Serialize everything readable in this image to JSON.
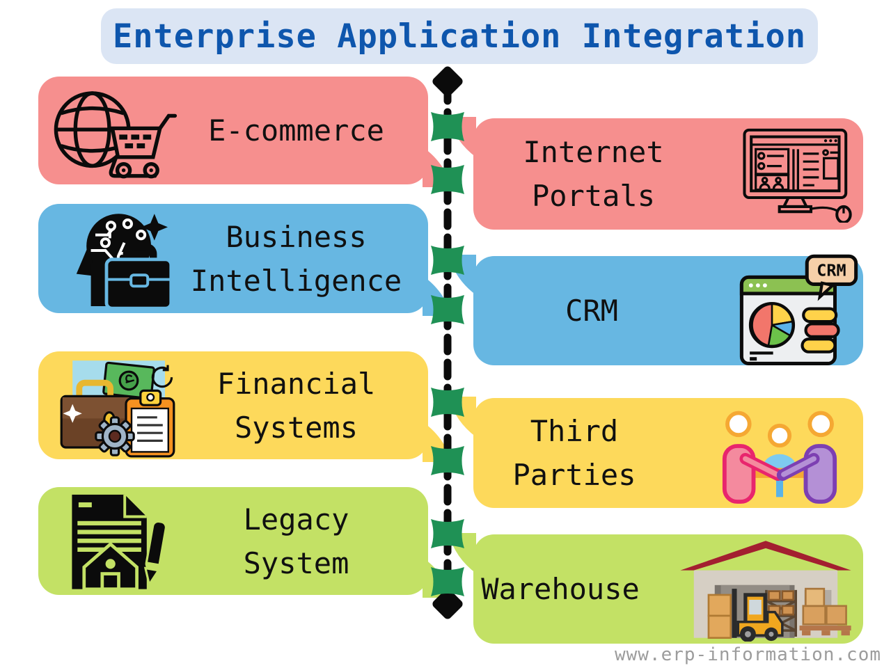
{
  "title": {
    "text": "Enterprise Application Integration"
  },
  "watermark": "www.erp-information.com",
  "colors": {
    "red": "#F68F8E",
    "blue": "#67B7E2",
    "yellow": "#FDD95B",
    "green": "#C3E165",
    "marker": "#1F9155",
    "title_bg": "#DBE5F4",
    "title_text": "#0E56AD",
    "ink": "#0B0B0B",
    "watermark": "#9C9C9C"
  },
  "left_column": [
    {
      "label": "E-commerce",
      "icon": "globe-cart-icon",
      "color": "red"
    },
    {
      "label": "Business\nIntelligence",
      "icon": "ai-head-briefcase-icon",
      "color": "blue"
    },
    {
      "label": "Financial\nSystems",
      "icon": "finance-documents-icon",
      "color": "yellow"
    },
    {
      "label": "Legacy\nSystem",
      "icon": "document-house-pen-icon",
      "color": "green"
    }
  ],
  "right_column": [
    {
      "label": "Internet\nPortals",
      "icon": "monitor-mouse-icon",
      "color": "red"
    },
    {
      "label": "CRM",
      "icon": "crm-browser-icon",
      "icon_badge": "CRM",
      "color": "blue"
    },
    {
      "label": "Third\nParties",
      "icon": "meeting-table-icon",
      "color": "yellow"
    },
    {
      "label": "Warehouse",
      "icon": "warehouse-forklift-icon",
      "color": "green"
    }
  ]
}
